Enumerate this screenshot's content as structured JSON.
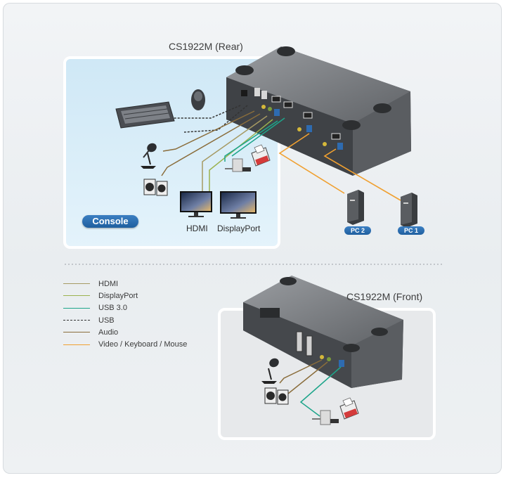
{
  "titles": {
    "rear": "CS1922M (Rear)",
    "front": "CS1922M (Front)"
  },
  "console": {
    "badge": "Console",
    "hdmi_label": "HDMI",
    "displayport_label": "DisplayPort"
  },
  "pcs": [
    {
      "label": "PC 2"
    },
    {
      "label": "PC 1"
    }
  ],
  "legend": [
    {
      "label": "HDMI",
      "color": "#a69a63",
      "style": "solid"
    },
    {
      "label": "DisplayPort",
      "color": "#9bb24f",
      "style": "solid"
    },
    {
      "label": "USB 3.0",
      "color": "#1da58a",
      "style": "solid"
    },
    {
      "label": "USB",
      "color": "#333333",
      "style": "dashed"
    },
    {
      "label": "Audio",
      "color": "#8a6d3b",
      "style": "solid"
    },
    {
      "label": "Video / Keyboard / Mouse",
      "color": "#f0a030",
      "style": "solid"
    }
  ],
  "colors": {
    "console_panel": "#d6ecf8",
    "badge_blue": "#2a6db1",
    "device_body": "#5d5f62"
  },
  "icons": [
    "keyboard-icon",
    "mouse-icon",
    "microphone-icon",
    "speakers-icon",
    "monitor-icon",
    "printer-icon",
    "usb-hub-icon",
    "tower-pc-icon",
    "kvm-switch-icon"
  ]
}
